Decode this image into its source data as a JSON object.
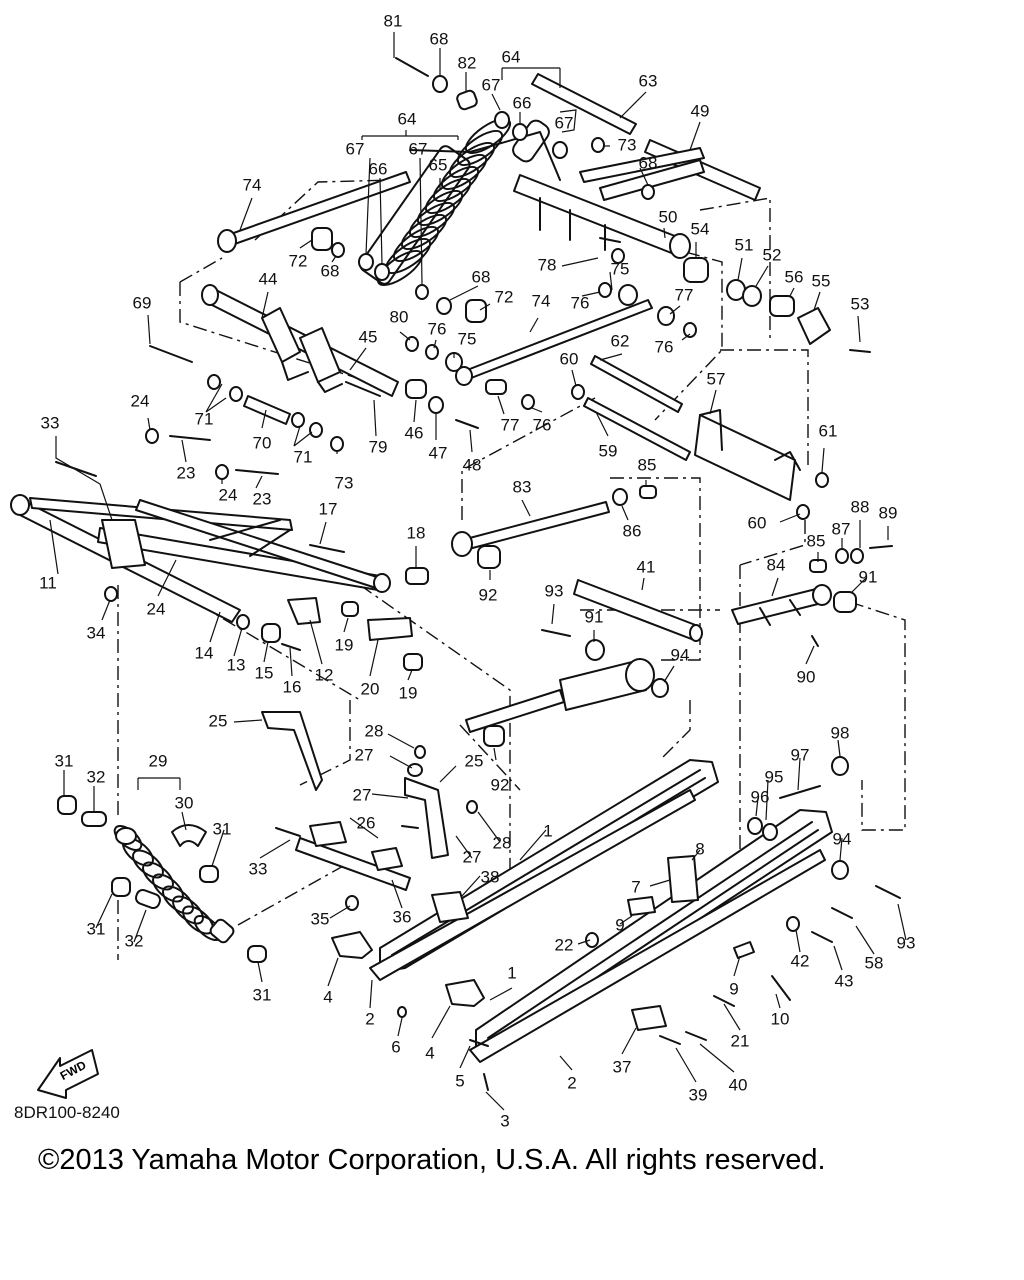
{
  "diagram": {
    "drawing_code": "8DR100-8240",
    "copyright": "©2013 Yamaha Motor Corporation, U.S.A. All rights reserved.",
    "fwd_label": "FWD",
    "callouts": [
      {
        "label": "81"
      },
      {
        "label": "68"
      },
      {
        "label": "82"
      },
      {
        "label": "64"
      },
      {
        "label": "63"
      },
      {
        "label": "67"
      },
      {
        "label": "66"
      },
      {
        "label": "67"
      },
      {
        "label": "73"
      },
      {
        "label": "68"
      },
      {
        "label": "49"
      },
      {
        "label": "64"
      },
      {
        "label": "67"
      },
      {
        "label": "66"
      },
      {
        "label": "67"
      },
      {
        "label": "65"
      },
      {
        "label": "74"
      },
      {
        "label": "72"
      },
      {
        "label": "68"
      },
      {
        "label": "44"
      },
      {
        "label": "68"
      },
      {
        "label": "72"
      },
      {
        "label": "78"
      },
      {
        "label": "75"
      },
      {
        "label": "76"
      },
      {
        "label": "50"
      },
      {
        "label": "54"
      },
      {
        "label": "51"
      },
      {
        "label": "52"
      },
      {
        "label": "56"
      },
      {
        "label": "55"
      },
      {
        "label": "53"
      },
      {
        "label": "77"
      },
      {
        "label": "76"
      },
      {
        "label": "74"
      },
      {
        "label": "69"
      },
      {
        "label": "45"
      },
      {
        "label": "80"
      },
      {
        "label": "76"
      },
      {
        "label": "75"
      },
      {
        "label": "62"
      },
      {
        "label": "60"
      },
      {
        "label": "57"
      },
      {
        "label": "24"
      },
      {
        "label": "71"
      },
      {
        "label": "70"
      },
      {
        "label": "71"
      },
      {
        "label": "79"
      },
      {
        "label": "46"
      },
      {
        "label": "47"
      },
      {
        "label": "48"
      },
      {
        "label": "77"
      },
      {
        "label": "76"
      },
      {
        "label": "59"
      },
      {
        "label": "61"
      },
      {
        "label": "33"
      },
      {
        "label": "23"
      },
      {
        "label": "73"
      },
      {
        "label": "24"
      },
      {
        "label": "23"
      },
      {
        "label": "85"
      },
      {
        "label": "86"
      },
      {
        "label": "83"
      },
      {
        "label": "60"
      },
      {
        "label": "88"
      },
      {
        "label": "87"
      },
      {
        "label": "89"
      },
      {
        "label": "17"
      },
      {
        "label": "18"
      },
      {
        "label": "11"
      },
      {
        "label": "24"
      },
      {
        "label": "34"
      },
      {
        "label": "85"
      },
      {
        "label": "84"
      },
      {
        "label": "91"
      },
      {
        "label": "92"
      },
      {
        "label": "41"
      },
      {
        "label": "93"
      },
      {
        "label": "91"
      },
      {
        "label": "14"
      },
      {
        "label": "13"
      },
      {
        "label": "15"
      },
      {
        "label": "16"
      },
      {
        "label": "12"
      },
      {
        "label": "19"
      },
      {
        "label": "20"
      },
      {
        "label": "19"
      },
      {
        "label": "94"
      },
      {
        "label": "90"
      },
      {
        "label": "25"
      },
      {
        "label": "28"
      },
      {
        "label": "27"
      },
      {
        "label": "25"
      },
      {
        "label": "92"
      },
      {
        "label": "98"
      },
      {
        "label": "97"
      },
      {
        "label": "31"
      },
      {
        "label": "32"
      },
      {
        "label": "29"
      },
      {
        "label": "30"
      },
      {
        "label": "27"
      },
      {
        "label": "95"
      },
      {
        "label": "96"
      },
      {
        "label": "31"
      },
      {
        "label": "26"
      },
      {
        "label": "28"
      },
      {
        "label": "1"
      },
      {
        "label": "27"
      },
      {
        "label": "33"
      },
      {
        "label": "94"
      },
      {
        "label": "8"
      },
      {
        "label": "7"
      },
      {
        "label": "38"
      },
      {
        "label": "36"
      },
      {
        "label": "35"
      },
      {
        "label": "31"
      },
      {
        "label": "32"
      },
      {
        "label": "9"
      },
      {
        "label": "93"
      },
      {
        "label": "58"
      },
      {
        "label": "22"
      },
      {
        "label": "42"
      },
      {
        "label": "43"
      },
      {
        "label": "31"
      },
      {
        "label": "4"
      },
      {
        "label": "9"
      },
      {
        "label": "10"
      },
      {
        "label": "1"
      },
      {
        "label": "2"
      },
      {
        "label": "6"
      },
      {
        "label": "4"
      },
      {
        "label": "21"
      },
      {
        "label": "5"
      },
      {
        "label": "37"
      },
      {
        "label": "2"
      },
      {
        "label": "39"
      },
      {
        "label": "40"
      },
      {
        "label": "3"
      }
    ]
  }
}
